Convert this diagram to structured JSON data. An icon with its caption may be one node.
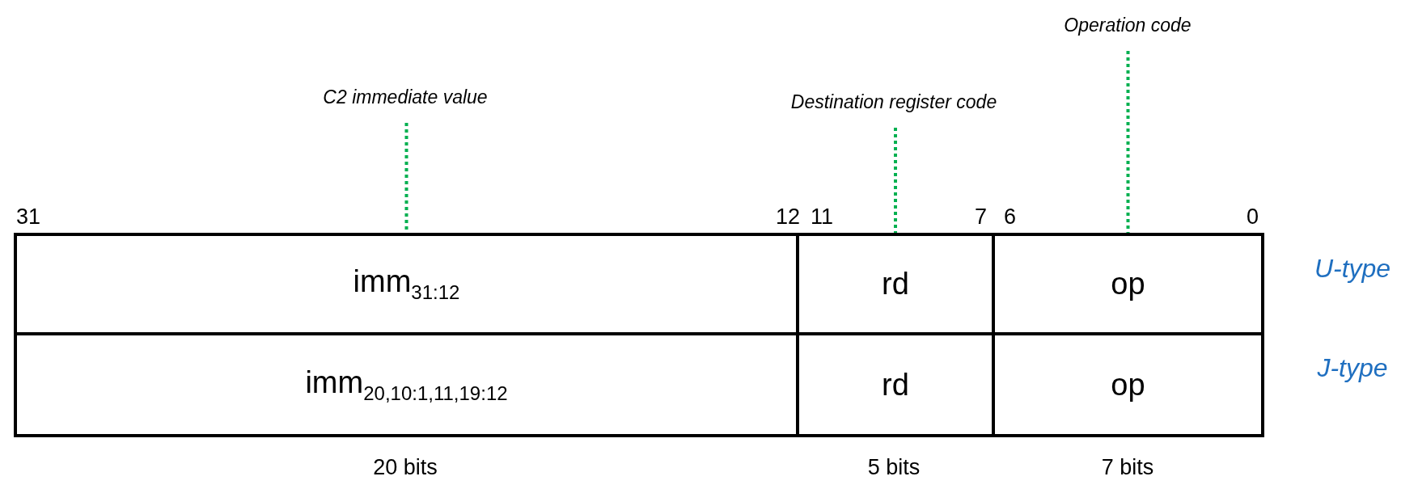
{
  "diagram": {
    "nodes": [
      {
        "text": [
          "Operation code"
        ]
      },
      {
        "text": [
          "C2 immediate value"
        ]
      },
      {
        "text": [
          "Destination register code"
        ]
      },
      {
        "text": [
          "imm$_{31:12}$"
        ]
      },
      {
        "text": [
          "rd"
        ]
      },
      {
        "text": [
          "op"
        ]
      },
      {
        "text": [
          "imm$_{20,10:1,11,19:12}$"
        ]
      },
      {
        "text": [
          "rd"
        ]
      },
      {
        "text": [
          "op"
        ]
      }
    ],
    "edges": [
      {
        "from": 1,
        "to": 3,
        "arrow": "none",
        "style": "dashed",
        "color": "#00b050"
      },
      {
        "from": 2,
        "to": 4,
        "arrow": "none",
        "style": "dashed",
        "color": "#00b050"
      },
      {
        "from": 0,
        "to": 5,
        "arrow": "none",
        "style": "dashed",
        "color": "#00b050"
      }
    ],
    "labels": [
      "31",
      "12",
      "11",
      "7",
      "6",
      "0",
      "U-type",
      "J-type",
      "20 bits",
      "5 bits",
      "7 bits"
    ]
  }
}
